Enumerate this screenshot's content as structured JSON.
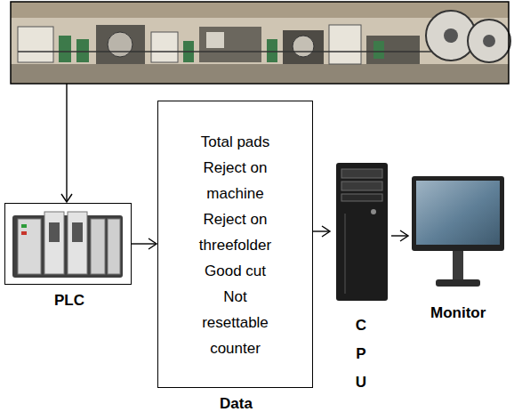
{
  "diagram": {
    "nodes": [
      {
        "text": [
          "PLC"
        ]
      },
      {
        "text": [
          "Total pads",
          "Reject on machine",
          "Reject on threefolder",
          "Good cut",
          "Not resettable counter",
          "Data"
        ]
      },
      {
        "text": [
          "C P U"
        ]
      },
      {
        "text": [
          "Monitor"
        ]
      }
    ],
    "edges": [
      {
        "from": 0,
        "to": 1,
        "arrow": "to"
      },
      {
        "from": 1,
        "to": 2,
        "arrow": "to"
      },
      {
        "from": 2,
        "to": 3,
        "arrow": "to"
      }
    ]
  }
}
